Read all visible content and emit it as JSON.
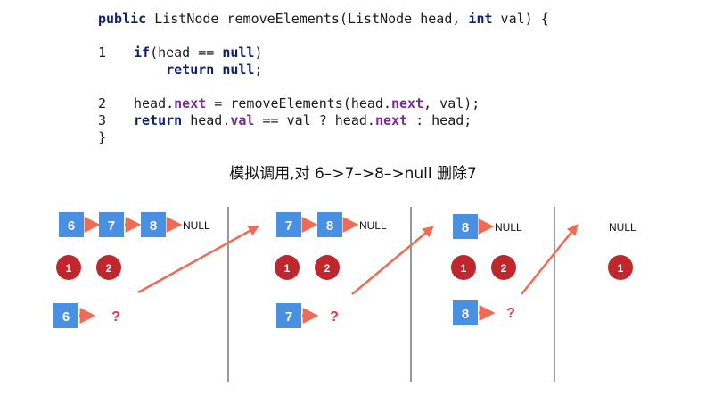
{
  "code": {
    "signature": {
      "kw1": "public",
      "t1": " ListNode removeElements(ListNode head, ",
      "kw2": "int",
      "t2": " val) {"
    },
    "lines": {
      "l1": {
        "num": "1",
        "kw": "if",
        "t1": "(head == ",
        "kw2": "null",
        "t2": ")"
      },
      "l1b": {
        "kw": "return",
        "t1": " ",
        "kw2": "null",
        "t2": ";"
      },
      "l2": {
        "num": "2",
        "t1": "head.",
        "p1": "next",
        "t2": " = removeElements(head.",
        "p2": "next",
        "t3": ", val);"
      },
      "l3": {
        "num": "3",
        "kw": "return",
        "t1": " head.",
        "p1": "val",
        "t2": " == val ? head.",
        "p2": "next",
        "t3": " : head;"
      },
      "close": "}"
    }
  },
  "title": "模拟调用,对 6–>7–>8–>null 删除7",
  "colors": {
    "node": "#4a90e2",
    "arrow": "#f06b55",
    "circle": "#c0262c",
    "divider": "#333333"
  },
  "panels": [
    {
      "list": [
        "6",
        "7",
        "8"
      ],
      "end": "NULL",
      "circles": [
        "1",
        "2"
      ],
      "pending": "6",
      "question": "?"
    },
    {
      "list": [
        "7",
        "8"
      ],
      "end": "NULL",
      "circles": [
        "1",
        "2"
      ],
      "pending": "7",
      "question": "?"
    },
    {
      "list": [
        "8"
      ],
      "end": "NULL",
      "circles": [
        "1",
        "2"
      ],
      "pending": "8",
      "question": "?"
    },
    {
      "list": [],
      "end": "NULL",
      "circles": [
        "1"
      ]
    }
  ]
}
